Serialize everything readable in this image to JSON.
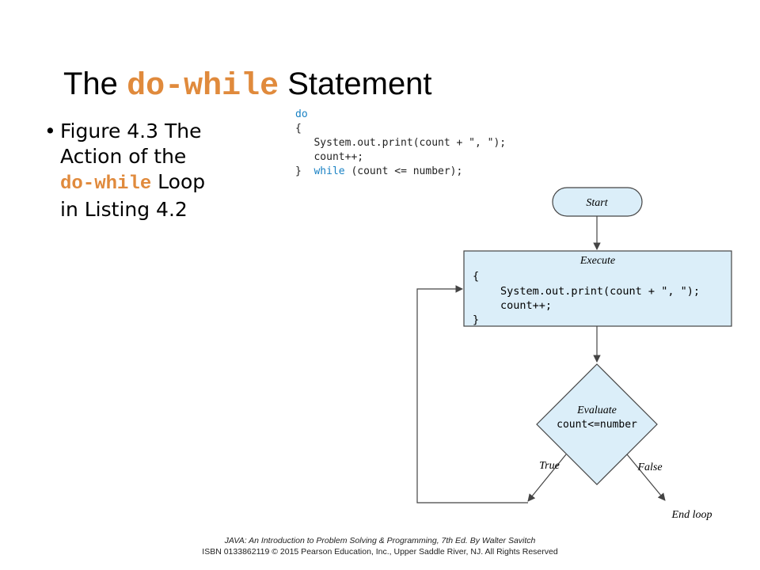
{
  "title": {
    "prefix": "The",
    "keyword": "do-while",
    "suffix": "Statement"
  },
  "bullet": {
    "line1": "Figure 4.3 The",
    "line2": "Action of the",
    "keyword": "do-while",
    "line3_suffix": "Loop",
    "line4": "in Listing 4.2"
  },
  "code": {
    "l1": "do",
    "l2": "{",
    "l3": "System.out.print(count + \", \");",
    "l4": "count++;",
    "l5_brace": "}",
    "l5_kw": "while",
    "l5_rest": "(count <= number);"
  },
  "flowchart": {
    "start": "Start",
    "execute_title": "Execute",
    "execute_lines": [
      "{",
      "System.out.print(count + \", \");",
      "count++;",
      "}"
    ],
    "evaluate_title": "Evaluate",
    "evaluate_condition": "count<=number",
    "true_label": "True",
    "false_label": "False",
    "end_label": "End loop"
  },
  "footer": {
    "line1": "JAVA: An Introduction to Problem Solving & Programming, 7th Ed. By Walter Savitch",
    "line2": "ISBN 0133862119 © 2015 Pearson Education, Inc., Upper Saddle River, NJ. All Rights Reserved"
  },
  "colors": {
    "keyword": "#e08a3c",
    "code_keyword": "#1a82c4",
    "box_fill": "#dbeef9",
    "line": "#444444"
  }
}
